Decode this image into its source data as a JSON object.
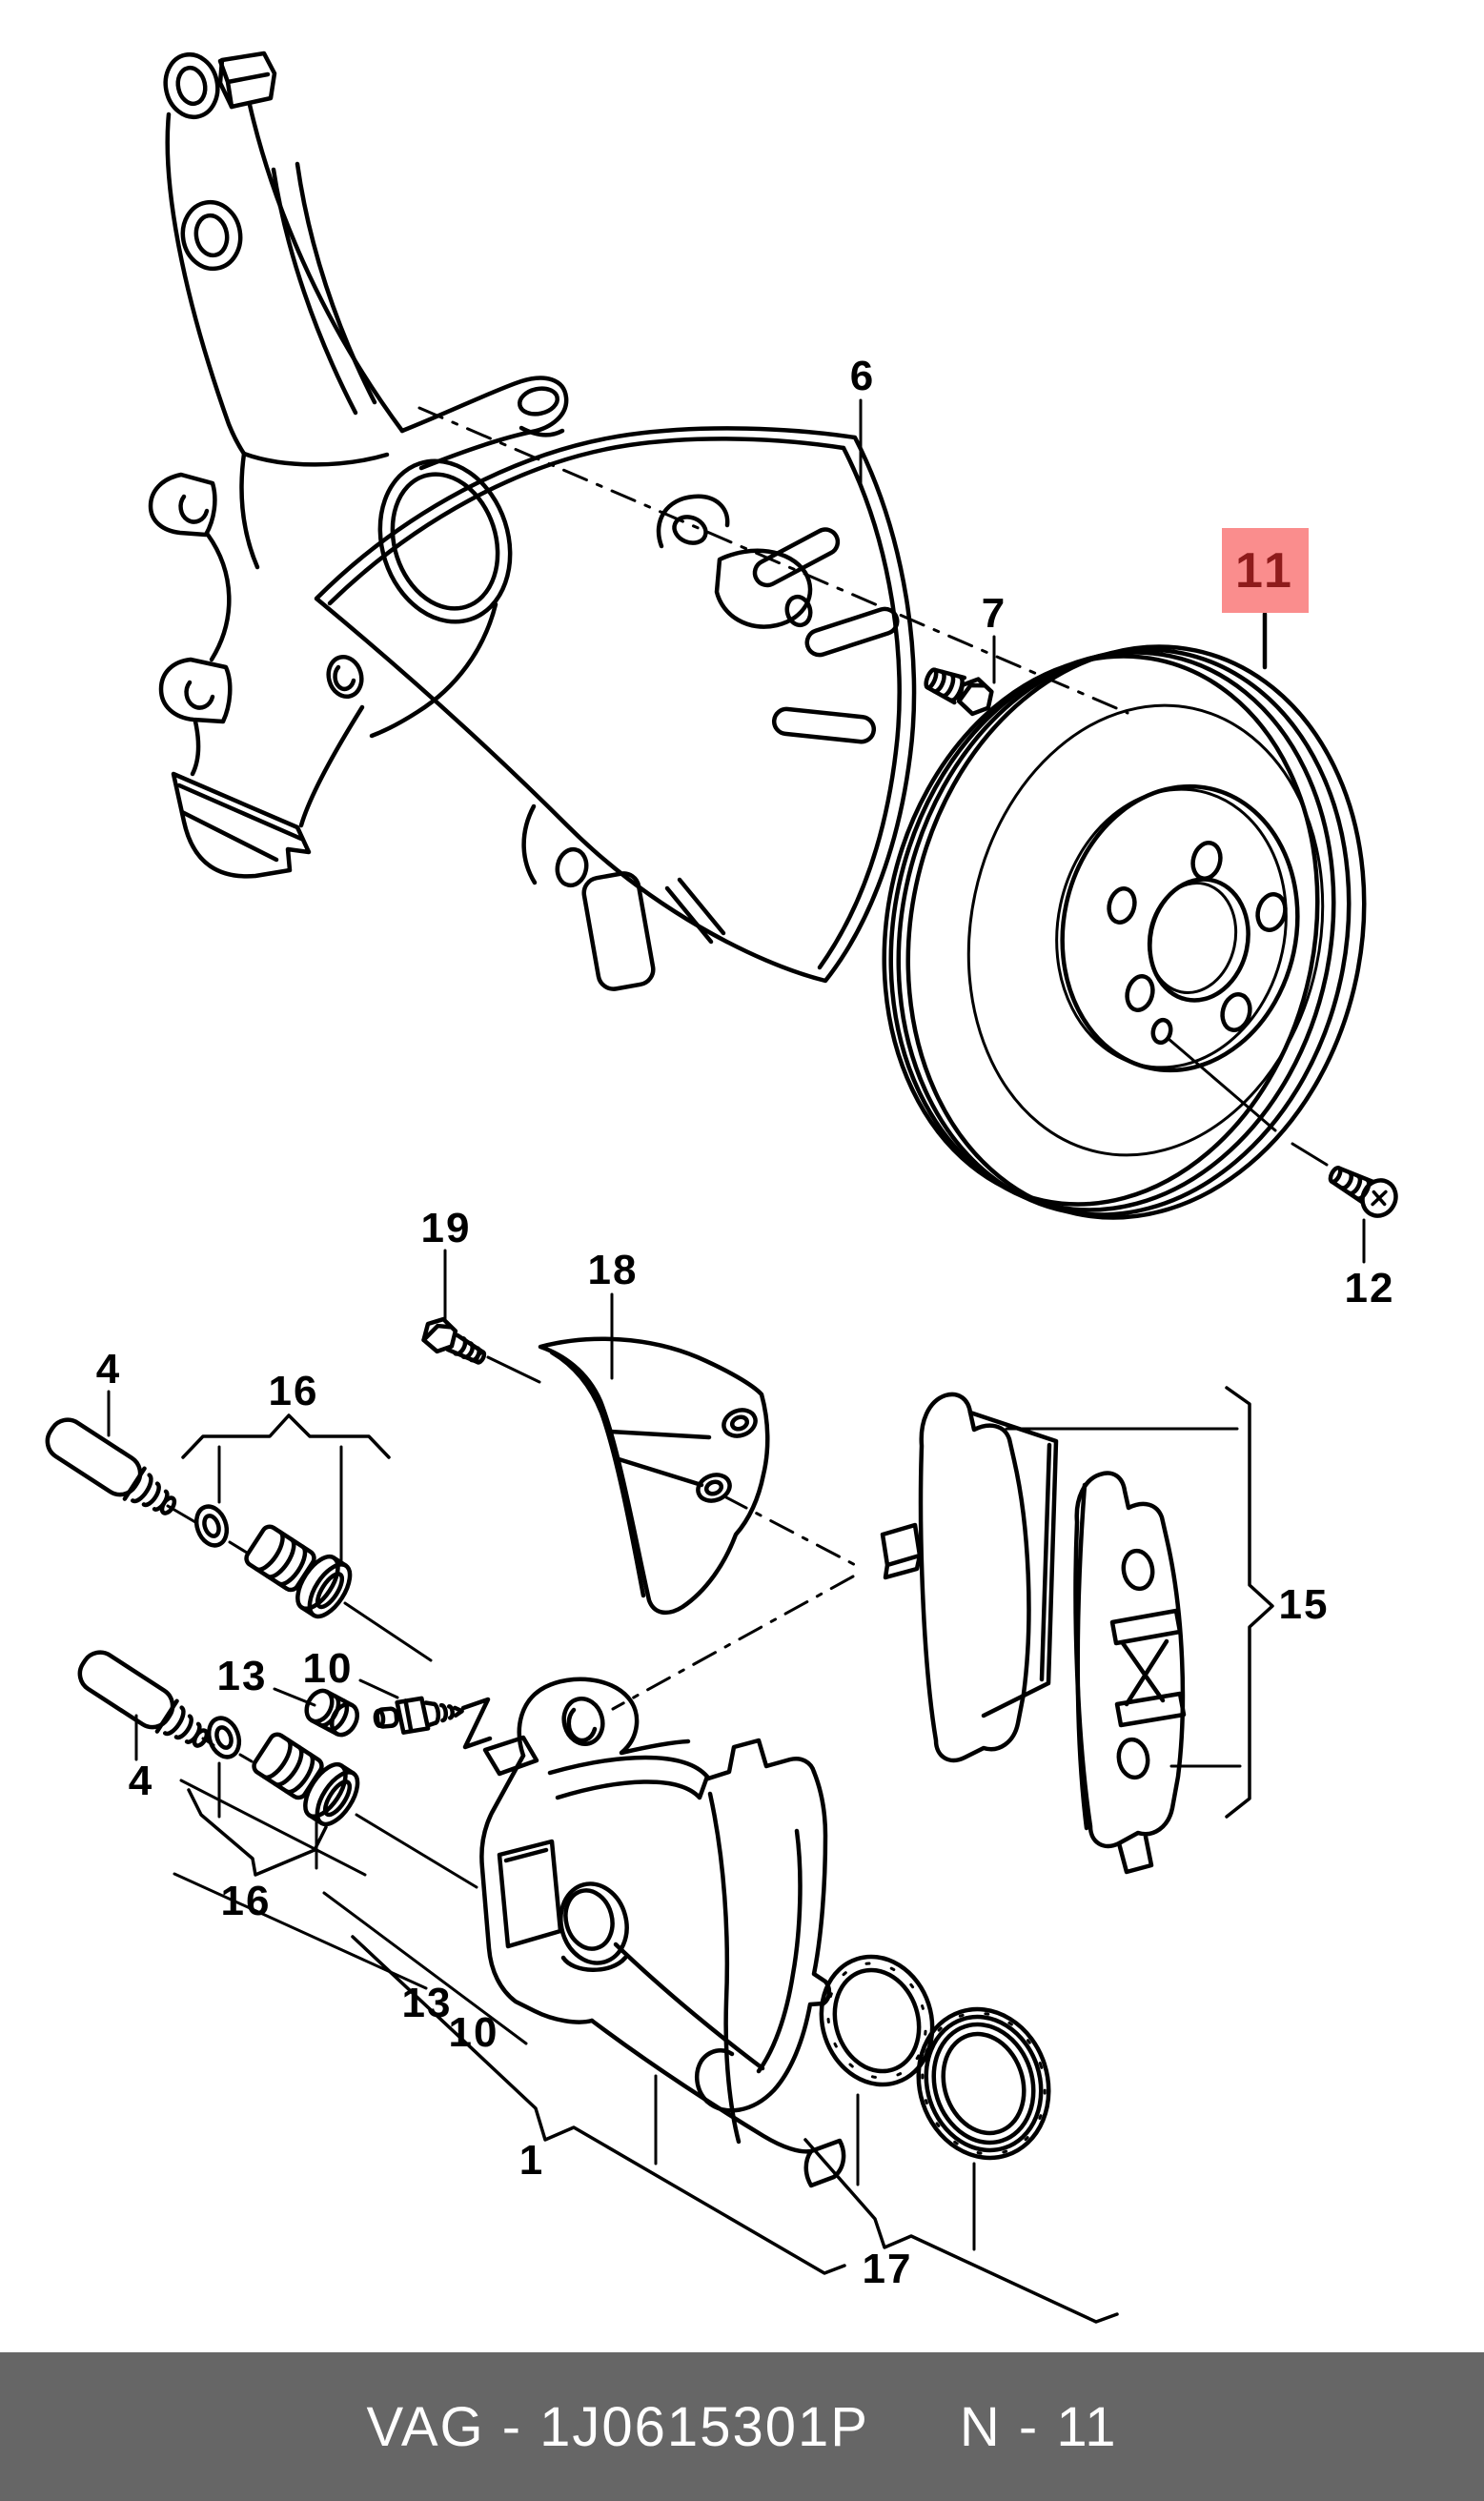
{
  "diagram": {
    "background": "#ffffff",
    "line_color": "#000000",
    "callouts": {
      "c6": {
        "label": "6"
      },
      "c7": {
        "label": "7"
      },
      "c12": {
        "label": "12"
      },
      "c19": {
        "label": "19"
      },
      "c18": {
        "label": "18"
      },
      "c4_upper": {
        "label": "4"
      },
      "c16_upper": {
        "label": "16"
      },
      "c13_upper": {
        "label": "13"
      },
      "c10_upper": {
        "label": "10"
      },
      "c15": {
        "label": "15"
      },
      "c4_lower": {
        "label": "4"
      },
      "c16_lower": {
        "label": "16"
      },
      "c13_lower": {
        "label": "13"
      },
      "c10_lower": {
        "label": "10"
      },
      "c1": {
        "label": "1"
      },
      "c17": {
        "label": "17"
      }
    },
    "highlight": {
      "label": "11",
      "background": "#fa8d8d",
      "text_color": "#8e1b1b"
    }
  },
  "footer": {
    "part_code": "VAG - 1J0615301P",
    "page_ref": "N - 11",
    "background": "#666666",
    "text_color": "#ffffff"
  }
}
